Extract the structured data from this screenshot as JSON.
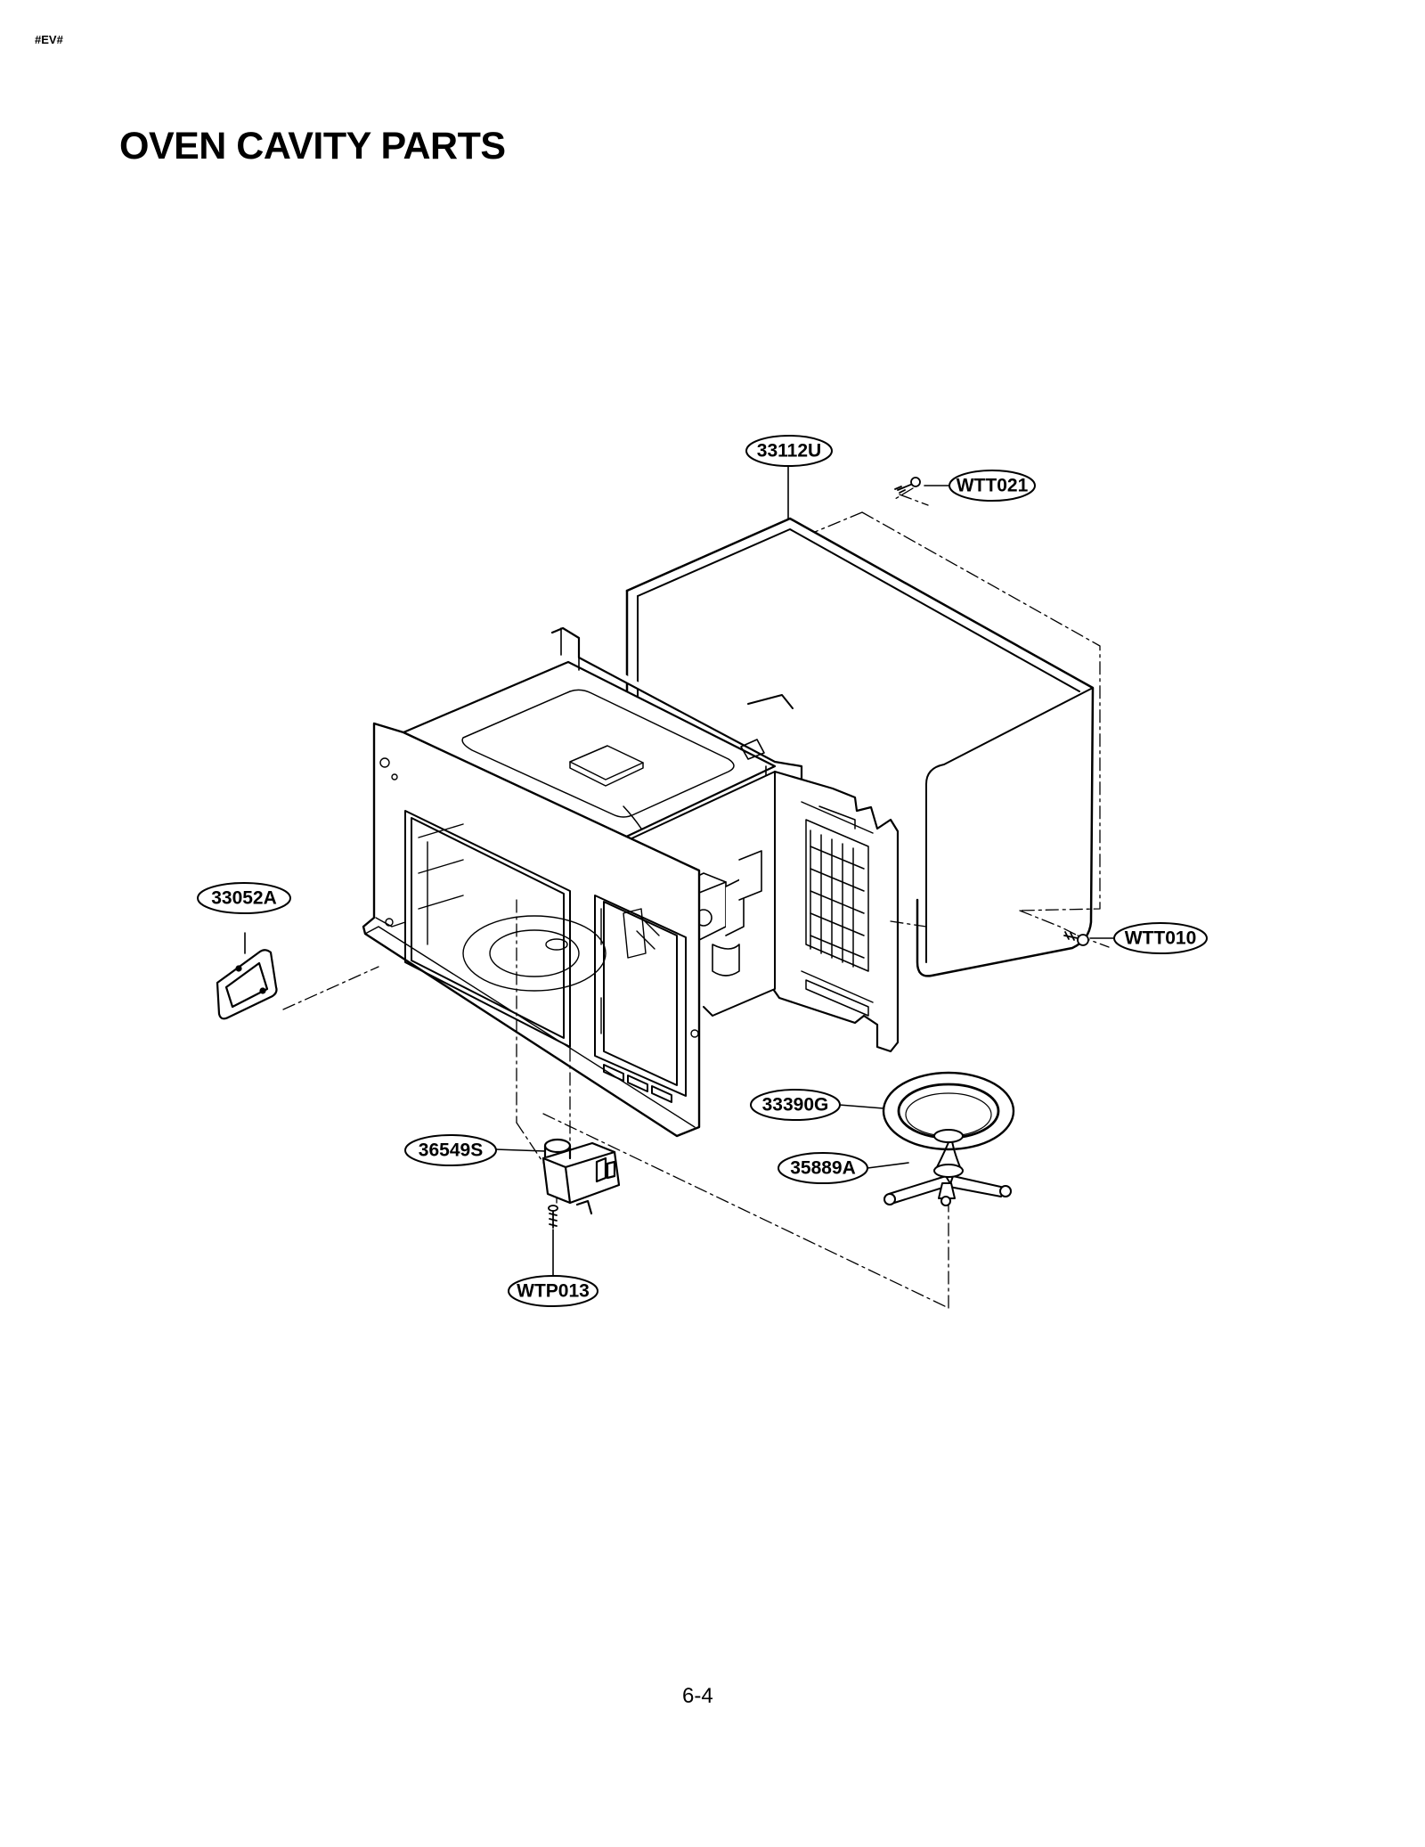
{
  "doc_tag": "#EV#",
  "page_title": "OVEN CAVITY PARTS",
  "page_number": "6-4",
  "parts": [
    {
      "code": "33112U"
    },
    {
      "code": "WTT021"
    },
    {
      "code": "33052A"
    },
    {
      "code": "WTT010"
    },
    {
      "code": "33390G"
    },
    {
      "code": "36549S"
    },
    {
      "code": "35889A"
    },
    {
      "code": "WTP013"
    }
  ]
}
